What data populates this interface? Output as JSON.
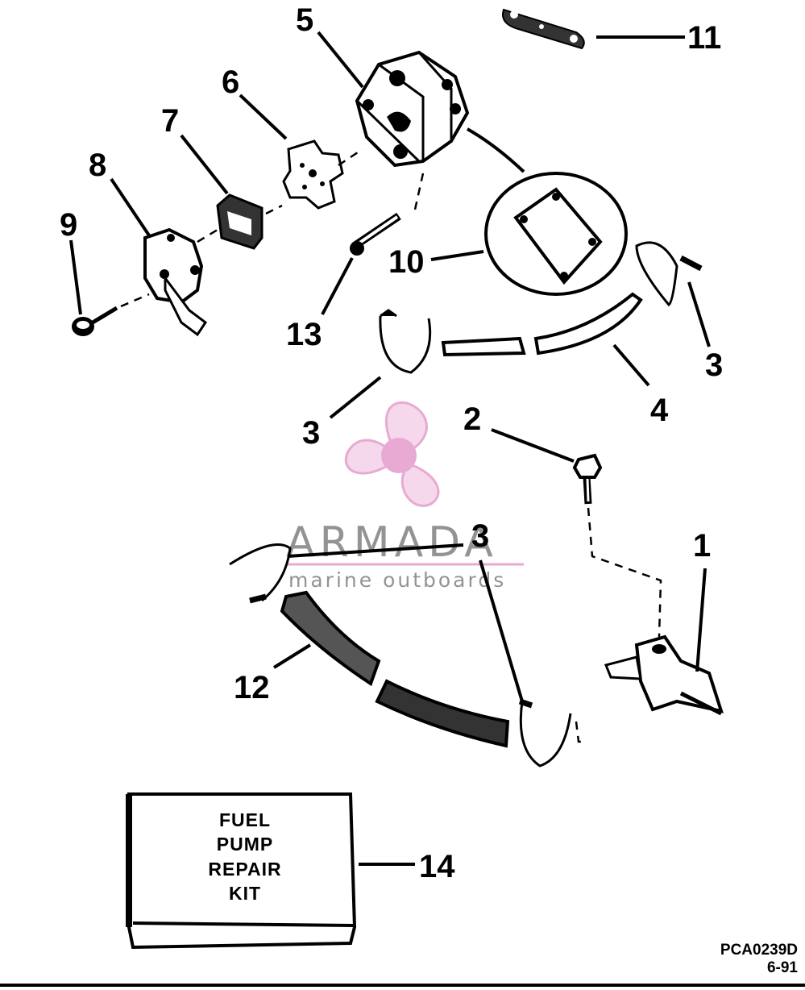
{
  "callouts": {
    "c1": "1",
    "c2": "2",
    "c3a": "3",
    "c3b": "3",
    "c3c": "3",
    "c4": "4",
    "c5": "5",
    "c6": "6",
    "c7": "7",
    "c8": "8",
    "c9": "9",
    "c10": "10",
    "c11": "11",
    "c12": "12",
    "c13": "13",
    "c14": "14"
  },
  "kit": {
    "line1": "FUEL",
    "line2": "PUMP",
    "line3": "REPAIR",
    "line4": "KIT"
  },
  "drawing": {
    "code": "PCA0239D",
    "date": "6-91"
  },
  "watermark": {
    "name": "ARMADA",
    "tagline": "marine outboards",
    "color": "#e7a6d0"
  }
}
